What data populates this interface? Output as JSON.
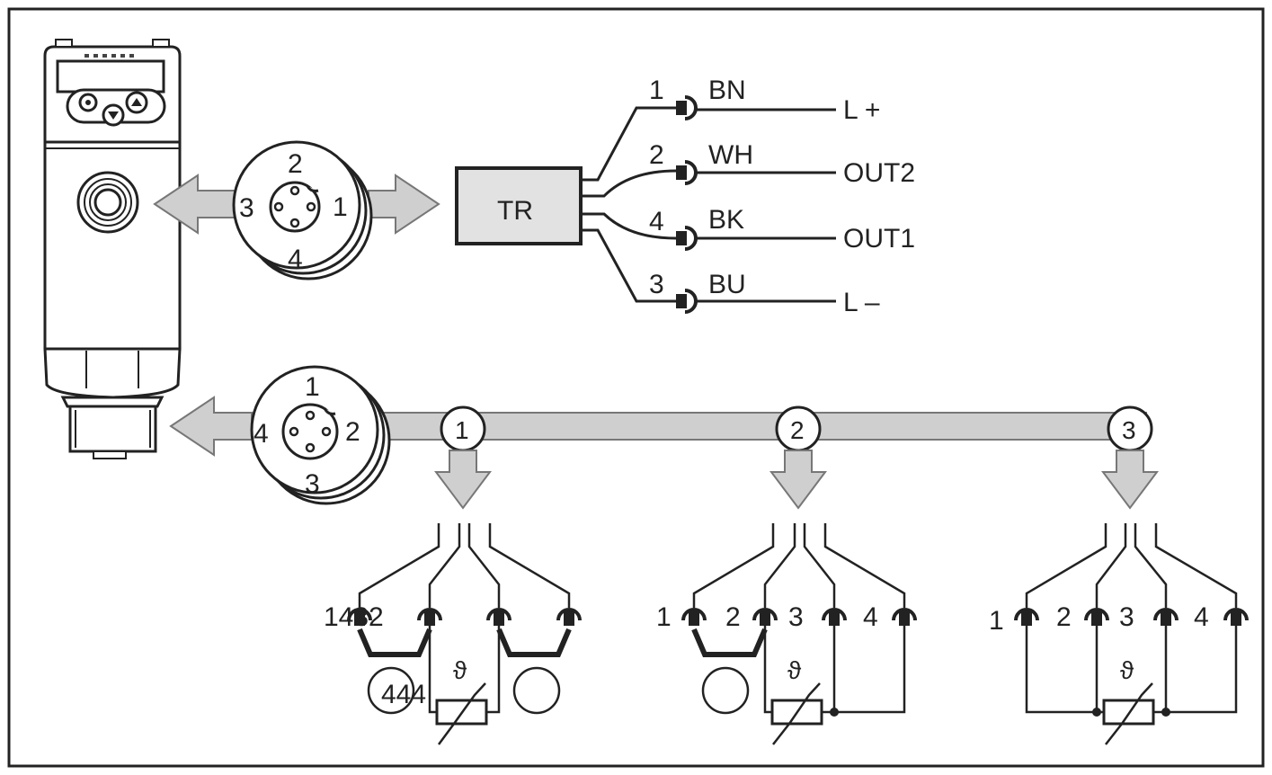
{
  "device": {
    "upper_connector_pins": [
      "2",
      "1",
      "3",
      "4"
    ],
    "lower_connector_pins": [
      "1",
      "2",
      "3",
      "4"
    ]
  },
  "transmitter": {
    "label": "TR"
  },
  "wires": [
    {
      "pin": "1",
      "color": "BN",
      "signal": "L +"
    },
    {
      "pin": "2",
      "color": "WH",
      "signal": "OUT2"
    },
    {
      "pin": "4",
      "color": "BK",
      "signal": "OUT1"
    },
    {
      "pin": "3",
      "color": "BU",
      "signal": "L –"
    }
  ],
  "variants": [
    {
      "marker": "1",
      "pin_text": "1432",
      "circle_text": "444"
    },
    {
      "marker": "2",
      "pins": [
        "1",
        "2",
        "3",
        "4"
      ]
    },
    {
      "marker": "3",
      "pins": [
        "1",
        "2",
        "3",
        "4"
      ]
    }
  ],
  "sensor_symbol": "ϑ"
}
